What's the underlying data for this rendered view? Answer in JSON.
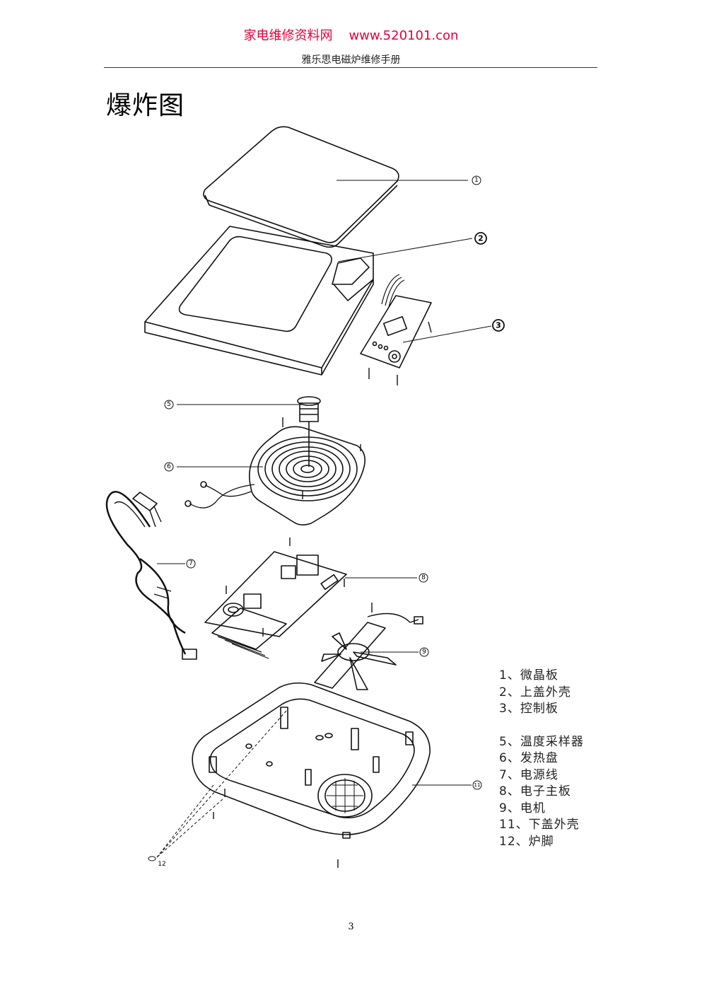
{
  "header": {
    "site": "家电维修资料网    www.520101.con",
    "subtitle": "雅乐思电磁炉维修手册"
  },
  "page_title": "爆炸图",
  "callouts": {
    "c1": "1",
    "c2": "2",
    "c3": "3",
    "c5": "5",
    "c6": "6",
    "c7": "7",
    "c8": "8",
    "c9": "9",
    "c11": "11",
    "c12": "12"
  },
  "legend": [
    "1、微晶板",
    "2、上盖外壳",
    "3、控制板",
    "5、温度采样器",
    "6、发热盘",
    "7、电源线",
    "8、电子主板",
    "9、电机",
    "11、下盖外壳",
    "12、炉脚"
  ],
  "page_number": "3"
}
